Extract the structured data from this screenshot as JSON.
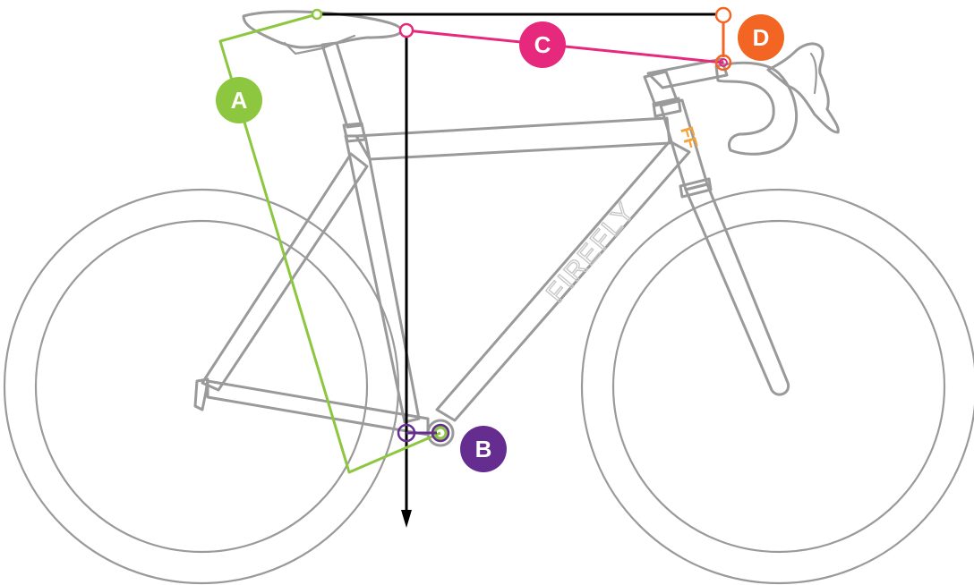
{
  "brand_text": "FIREFLY",
  "headtube_mark": "FF",
  "colors": {
    "frame": "#9a9a9a",
    "A": "#8dc63f",
    "B": "#662d91",
    "C": "#e6297d",
    "D": "#f26522",
    "reference": "#000000"
  },
  "measurements": [
    {
      "id": "A",
      "label": "A",
      "color": "#8dc63f"
    },
    {
      "id": "B",
      "label": "B",
      "color": "#662d91"
    },
    {
      "id": "C",
      "label": "C",
      "color": "#e6297d"
    },
    {
      "id": "D",
      "label": "D",
      "color": "#f26522"
    }
  ]
}
